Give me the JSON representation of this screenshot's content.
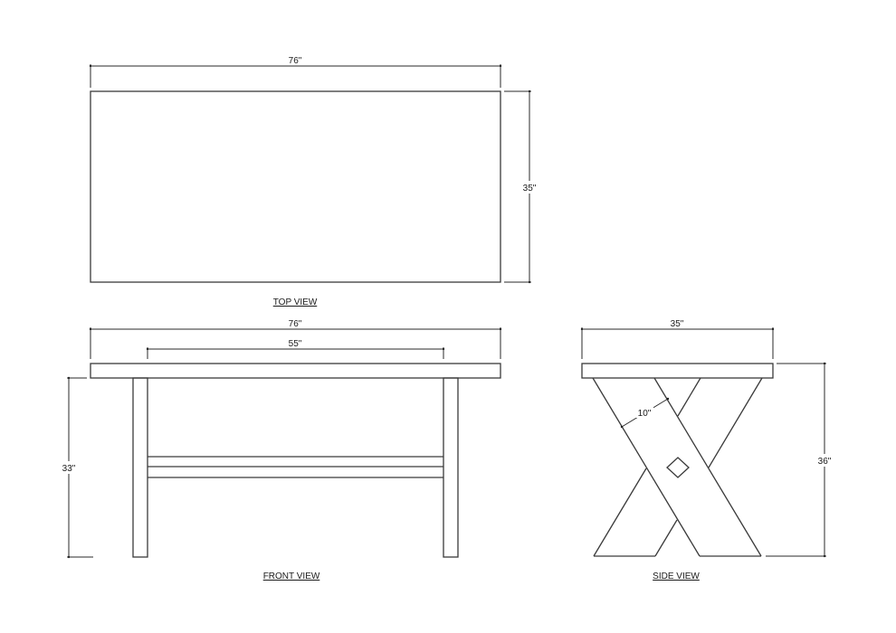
{
  "drawing": {
    "top_view": {
      "title": "TOP VIEW",
      "width_label": "76\"",
      "depth_label": "35\""
    },
    "front_view": {
      "title": "FRONT VIEW",
      "overall_width_label": "76\"",
      "leg_span_label": "55\"",
      "height_label": "33\""
    },
    "side_view": {
      "title": "SIDE VIEW",
      "depth_label": "35\"",
      "leg_width_label": "10\"",
      "height_label": "36\""
    },
    "colors": {
      "line": "#3a3a3a",
      "background": "#ffffff"
    }
  }
}
